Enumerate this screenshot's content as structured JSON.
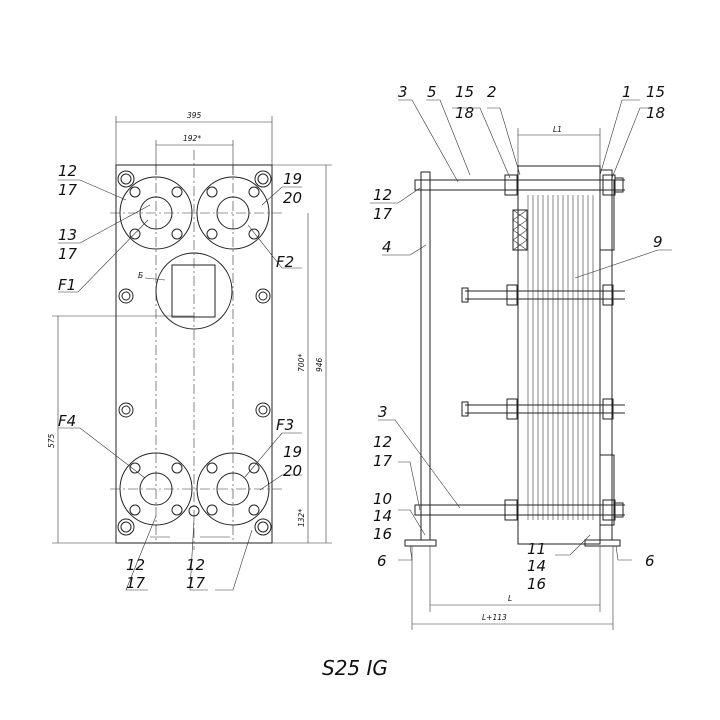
{
  "front_view": {
    "dims": {
      "width": "395",
      "port_spacing": "192*",
      "height_main": "946",
      "height_ports": "700*",
      "height_left": "575",
      "bottom_offset": "132*"
    },
    "labels": {
      "l12a": "12",
      "l17a": "17",
      "l13": "13",
      "l17b": "17",
      "f1": "F1",
      "b": "Б",
      "l19a": "19",
      "l20a": "20",
      "f2": "F2",
      "f4": "F4",
      "f3": "F3",
      "l19b": "19",
      "l20b": "20",
      "l12c": "12",
      "l17c": "17",
      "l12d": "12",
      "l17d": "17"
    }
  },
  "side_view": {
    "dims": {
      "l1": "L1",
      "l": "L",
      "l113": "L+113"
    },
    "labels": {
      "l3a": "3",
      "l5": "5",
      "l15a": "15",
      "l18a": "18",
      "l2": "2",
      "l1": "1",
      "l15b": "15",
      "l18b": "18",
      "l12e": "12",
      "l17e": "17",
      "l4": "4",
      "l9": "9",
      "l3b": "3",
      "l12f": "12",
      "l17f": "17",
      "l10": "10",
      "l14a": "14",
      "l16a": "16",
      "l6a": "6",
      "l11": "11",
      "l14b": "14",
      "l16b": "16",
      "l6b": "6"
    }
  },
  "caption": "S25 IG"
}
